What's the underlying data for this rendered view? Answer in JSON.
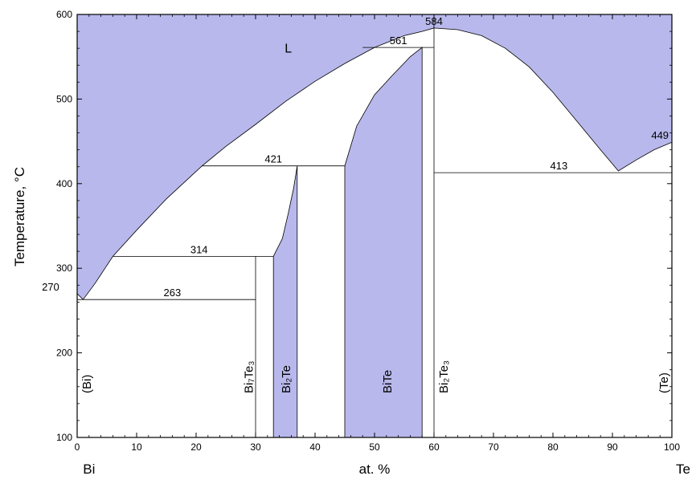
{
  "chart_data": {
    "type": "area",
    "title": "",
    "xlabel": "at. %",
    "ylabel": "Temperature, °C",
    "x_end_labels": {
      "left": "Bi",
      "right": "Te"
    },
    "xlim": [
      0,
      100
    ],
    "ylim": [
      100,
      600
    ],
    "x_ticks": [
      0,
      10,
      20,
      30,
      40,
      50,
      60,
      70,
      80,
      90,
      100
    ],
    "y_ticks": [
      100,
      200,
      300,
      400,
      500,
      600
    ],
    "grid": false,
    "colors": {
      "fill": "#b8b8ec",
      "line": "#000000",
      "frame": "#000000"
    },
    "liquid_label": "L",
    "regions": [
      {
        "name": "liquid-left",
        "points": [
          [
            0,
            600
          ],
          [
            0,
            270
          ],
          [
            1,
            263
          ],
          [
            3,
            282
          ],
          [
            6,
            314
          ],
          [
            10,
            345
          ],
          [
            15,
            382
          ],
          [
            21,
            421
          ],
          [
            25,
            444
          ],
          [
            30,
            470
          ],
          [
            35,
            497
          ],
          [
            40,
            521
          ],
          [
            45,
            542
          ],
          [
            50,
            561
          ],
          [
            55,
            575
          ],
          [
            58,
            580
          ],
          [
            60,
            584
          ],
          [
            60,
            600
          ]
        ]
      },
      {
        "name": "liquid-right",
        "points": [
          [
            60,
            600
          ],
          [
            60,
            584
          ],
          [
            64,
            582
          ],
          [
            68,
            575
          ],
          [
            72,
            560
          ],
          [
            76,
            538
          ],
          [
            80,
            508
          ],
          [
            84,
            474
          ],
          [
            88,
            440
          ],
          [
            91,
            415
          ],
          [
            94,
            428
          ],
          [
            97,
            440
          ],
          [
            100,
            449
          ],
          [
            100,
            600
          ]
        ]
      },
      {
        "name": "Bi2Te-phase",
        "points": [
          [
            33,
            100
          ],
          [
            33,
            314
          ],
          [
            34.5,
            335
          ],
          [
            35.5,
            365
          ],
          [
            36.4,
            395
          ],
          [
            37,
            421
          ],
          [
            37,
            100
          ]
        ]
      },
      {
        "name": "BiTe-phase",
        "points": [
          [
            45,
            100
          ],
          [
            45,
            421
          ],
          [
            47,
            468
          ],
          [
            50,
            505
          ],
          [
            53,
            528
          ],
          [
            56,
            550
          ],
          [
            58,
            561
          ],
          [
            58,
            100
          ]
        ]
      }
    ],
    "lines": [
      {
        "name": "eutectic-263",
        "points": [
          [
            0,
            263
          ],
          [
            30,
            263
          ]
        ]
      },
      {
        "name": "peritectic-314",
        "points": [
          [
            6,
            314
          ],
          [
            33,
            314
          ]
        ]
      },
      {
        "name": "peritectic-421",
        "points": [
          [
            21,
            421
          ],
          [
            45,
            421
          ]
        ]
      },
      {
        "name": "peritectic-561",
        "points": [
          [
            48,
            561
          ],
          [
            60,
            561
          ]
        ]
      },
      {
        "name": "eutectic-413",
        "points": [
          [
            60,
            413
          ],
          [
            100,
            413
          ]
        ]
      },
      {
        "name": "Bi7Te3-line",
        "points": [
          [
            30,
            100
          ],
          [
            30,
            314
          ]
        ]
      },
      {
        "name": "Bi2Te3-line",
        "points": [
          [
            60,
            100
          ],
          [
            60,
            584
          ]
        ]
      }
    ],
    "annotations": [
      {
        "text": "270",
        "x": -3,
        "y": 270,
        "anchor": "end"
      },
      {
        "text": "263",
        "x": 16,
        "y": 263,
        "anchor": "middle"
      },
      {
        "text": "314",
        "x": 20.5,
        "y": 314,
        "anchor": "middle"
      },
      {
        "text": "421",
        "x": 33,
        "y": 421,
        "anchor": "middle"
      },
      {
        "text": "561",
        "x": 54,
        "y": 561,
        "anchor": "middle"
      },
      {
        "text": "584",
        "x": 60,
        "y": 584,
        "anchor": "middle"
      },
      {
        "text": "413",
        "x": 81,
        "y": 413,
        "anchor": "middle"
      },
      {
        "text": "449",
        "x": 98,
        "y": 449,
        "anchor": "middle"
      }
    ],
    "phase_labels": [
      {
        "text": "(Bi)",
        "x": 1.5
      },
      {
        "text": "Bi₇Te₃",
        "x": 28.7
      },
      {
        "text": "Bi₂Te",
        "x": 35
      },
      {
        "text": "BiTe",
        "x": 52
      },
      {
        "text": "Bi₂Te₃",
        "x": 61.5
      },
      {
        "text": "(Te)",
        "x": 98.5
      }
    ]
  }
}
